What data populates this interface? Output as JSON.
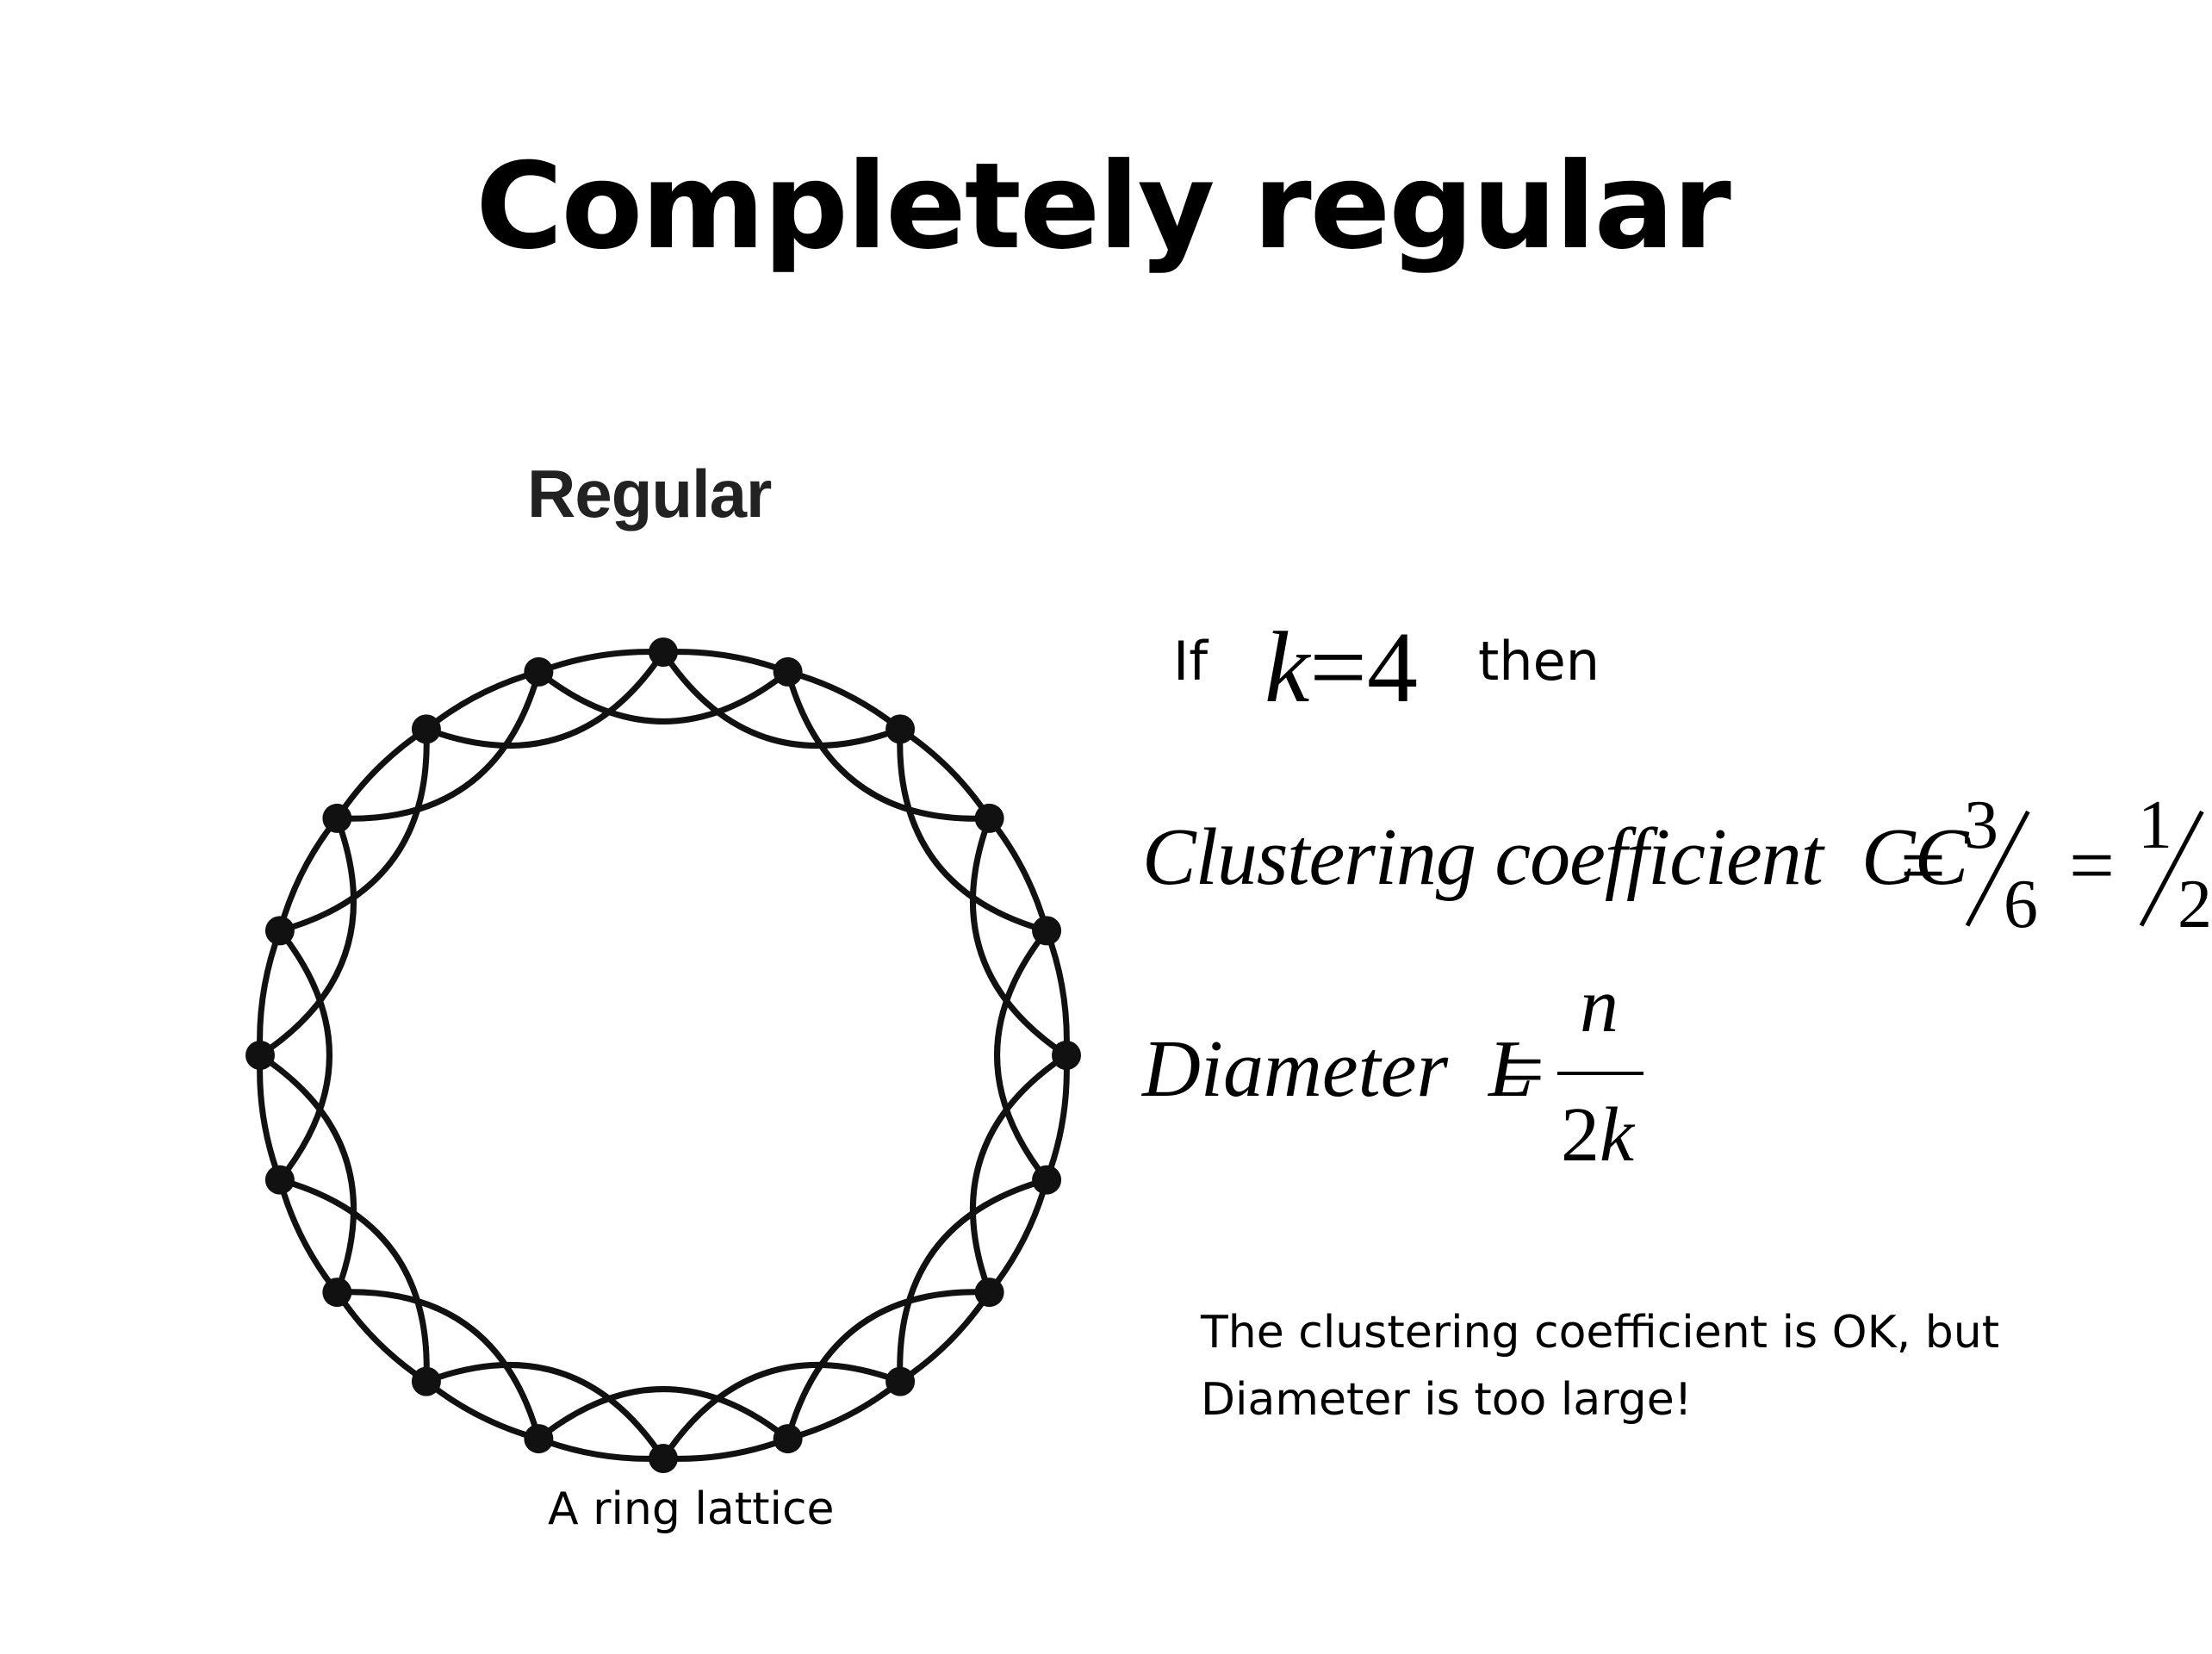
{
  "slide": {
    "title": "Completely regular",
    "diagram_label": "Regular",
    "caption": "A ring lattice",
    "node_count": 20,
    "neighbors_each_side": 2
  },
  "math": {
    "if_text": "If",
    "k_var": "k",
    "k_eq": "=",
    "k_val": "4",
    "then_text": "then",
    "cc_label": "Clustering coefficient",
    "cc_var": "CC",
    "eq": "=",
    "frac1_num": "3",
    "frac1_den": "6",
    "frac2_num": "1",
    "frac2_den": "2",
    "diameter_label": "Diameter",
    "diameter_var": "L",
    "diameter_num": "n",
    "diameter_den_coef": "2",
    "diameter_den_var": "k"
  },
  "note": {
    "line1": "The clustering coefficient is OK, but",
    "line2": "Diameter is too large!"
  }
}
